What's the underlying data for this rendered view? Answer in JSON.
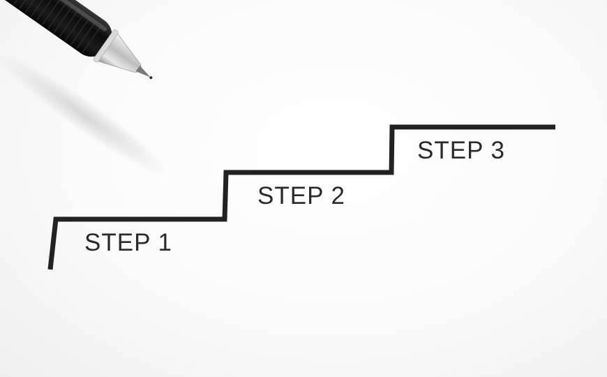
{
  "steps": [
    {
      "label": "STEP 1"
    },
    {
      "label": "STEP 2"
    },
    {
      "label": "STEP 3"
    }
  ],
  "colors": {
    "line": "#222222",
    "text": "#2a2a2a",
    "pen_body": "#111111",
    "pen_tip": "#c8c8c8"
  },
  "icons": {
    "pen": "ballpoint-pen-icon"
  }
}
